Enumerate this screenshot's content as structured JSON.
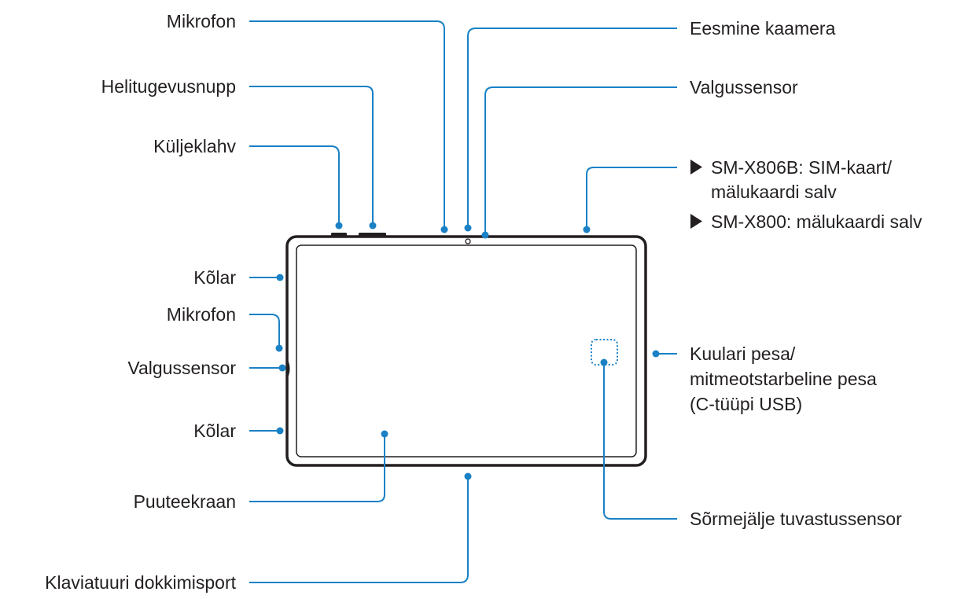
{
  "colors": {
    "leader": "#1a81c5",
    "device": "#231f20",
    "text": "#231f20",
    "background": "#ffffff"
  },
  "labels": {
    "mikrofon_top": "Mikrofon",
    "helitugevusnupp": "Helitugevusnupp",
    "kuljeklahv": "Küljeklahv",
    "kolar_top": "Kõlar",
    "mikrofon_side": "Mikrofon",
    "valgussensor_side": "Valgussensor",
    "kolar_bottom": "Kõlar",
    "puuteekraan": "Puuteekraan",
    "klaviatuuri": "Klaviatuuri dokkimisport",
    "eesmine_kaamera": "Eesmine kaamera",
    "valgussensor_top": "Valgussensor",
    "sim_line1": "SM-X806B: SIM-kaart/",
    "sim_line2": "mälukaardi salv",
    "sd_line": "SM-X800: mälukaardi salv",
    "kuulari_line1": "Kuulari pesa/",
    "kuulari_line2": "mitmeotstarbeline pesa",
    "kuulari_line3": "(C-tüüpi USB)",
    "sormejalje": "Sõrmejälje tuvastussensor"
  },
  "icons": {
    "bullet": "right-triangle-bullet"
  }
}
